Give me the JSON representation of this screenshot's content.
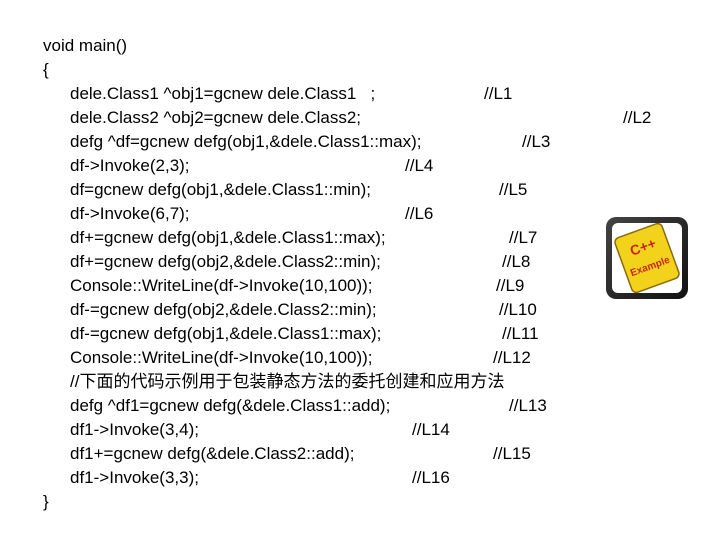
{
  "code": {
    "signature": "void main()",
    "open_brace": "{",
    "close_brace": "}",
    "lines": [
      {
        "code": "dele.Class1 ^obj1=gcnew dele.Class1   ;",
        "comment": "//L1"
      },
      {
        "code": "dele.Class2 ^obj2=gcnew dele.Class2;",
        "comment": "//L2"
      },
      {
        "code": "defg ^df=gcnew defg(obj1,&dele.Class1::max);",
        "comment": "//L3"
      },
      {
        "code": "df->Invoke(2,3);",
        "comment": "//L4"
      },
      {
        "code": "df=gcnew defg(obj1,&dele.Class1::min);",
        "comment": "//L5"
      },
      {
        "code": "df->Invoke(6,7);",
        "comment": "//L6"
      },
      {
        "code": "df+=gcnew defg(obj1,&dele.Class1::max);",
        "comment": "//L7"
      },
      {
        "code": "df+=gcnew defg(obj2,&dele.Class2::min);",
        "comment": "//L8"
      },
      {
        "code": "Console::WriteLine(df->Invoke(10,100));",
        "comment": "//L9"
      },
      {
        "code": "df-=gcnew defg(obj2,&dele.Class2::min);",
        "comment": "//L10"
      },
      {
        "code": "df-=gcnew defg(obj1,&dele.Class1::max);",
        "comment": "//L11"
      },
      {
        "code": "Console::WriteLine(df->Invoke(10,100));",
        "comment": "//L12"
      },
      {
        "code": "//下面的代码示例用于包装静态方法的委托创建和应用方法",
        "comment": ""
      },
      {
        "code": "defg ^df1=gcnew defg(&dele.Class1::add);",
        "comment": "//L13"
      },
      {
        "code": "df1->Invoke(3,4);",
        "comment": "//L14"
      },
      {
        "code": "df1+=gcnew defg(&dele.Class2::add);",
        "comment": "//L15"
      },
      {
        "code": "df1->Invoke(3,3);",
        "comment": "//L16"
      }
    ]
  },
  "logo": {
    "text": "C++ Example",
    "colors": {
      "frame": "#1a1a1a",
      "fill": "#f2d21b",
      "text": "#c8261c"
    }
  }
}
